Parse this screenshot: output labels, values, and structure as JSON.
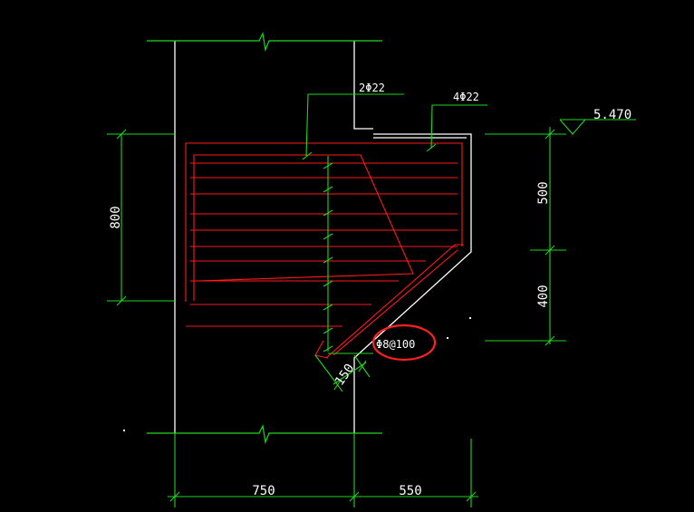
{
  "colors": {
    "background": "#000000",
    "concrete_outline": "#ffffff",
    "rebar": "#ff1a1a",
    "dimension": "#1fd61f",
    "highlight_circle": "#ff2020",
    "text": "#ffffff"
  },
  "drawing": {
    "rebar_labels": {
      "top_bar": "2Φ22",
      "right_bar": "4Φ22",
      "stirrup": "Φ8@100"
    },
    "elevation": "5.470",
    "dimensions": {
      "left_height": "800",
      "right_upper": "500",
      "right_lower": "400",
      "chamfer": "150",
      "bottom_left": "750",
      "bottom_right": "550"
    }
  }
}
